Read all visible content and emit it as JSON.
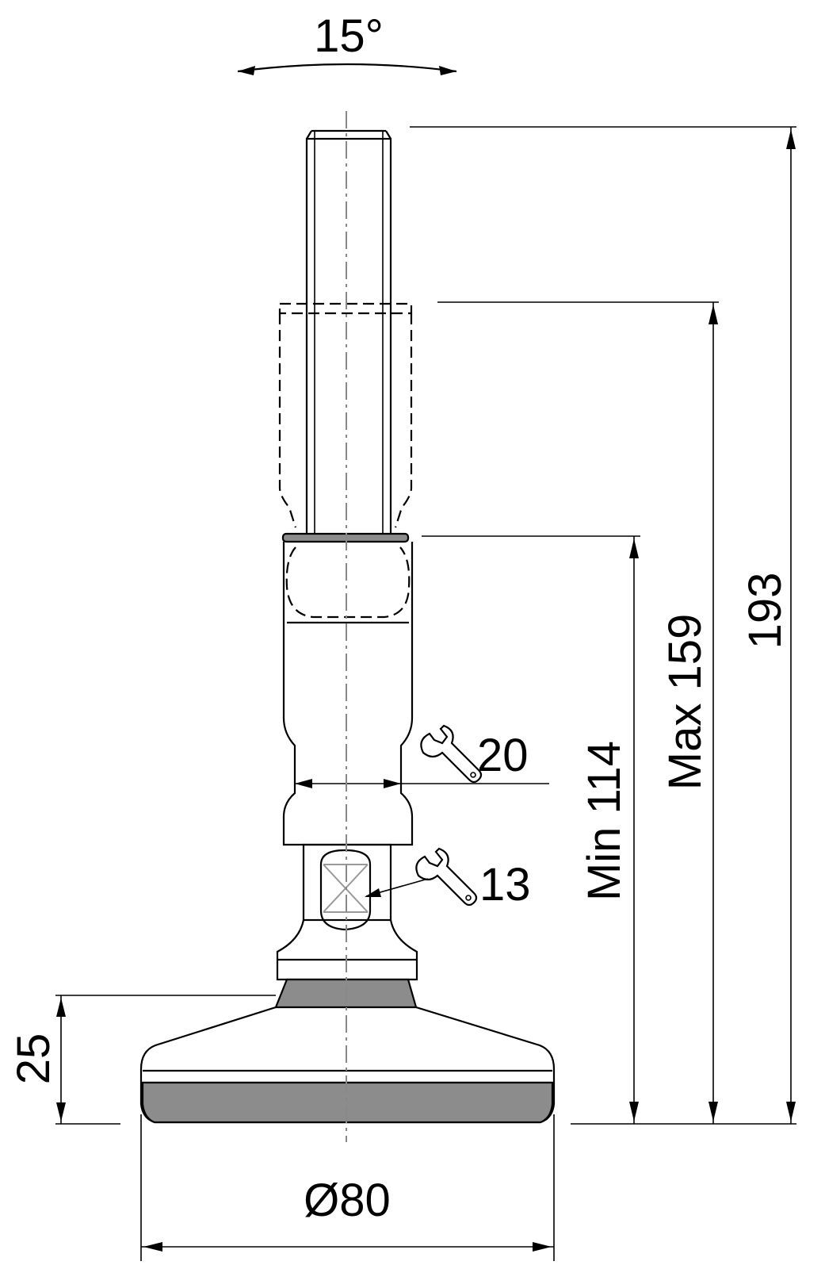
{
  "labels": {
    "tilt_angle": "15°",
    "total_height": "193",
    "max_height": "Max 159",
    "min_height": "Min 114",
    "wrench_size_upper": "20",
    "wrench_size_lower": "13",
    "base_height": "25",
    "base_diameter": "Ø80"
  }
}
